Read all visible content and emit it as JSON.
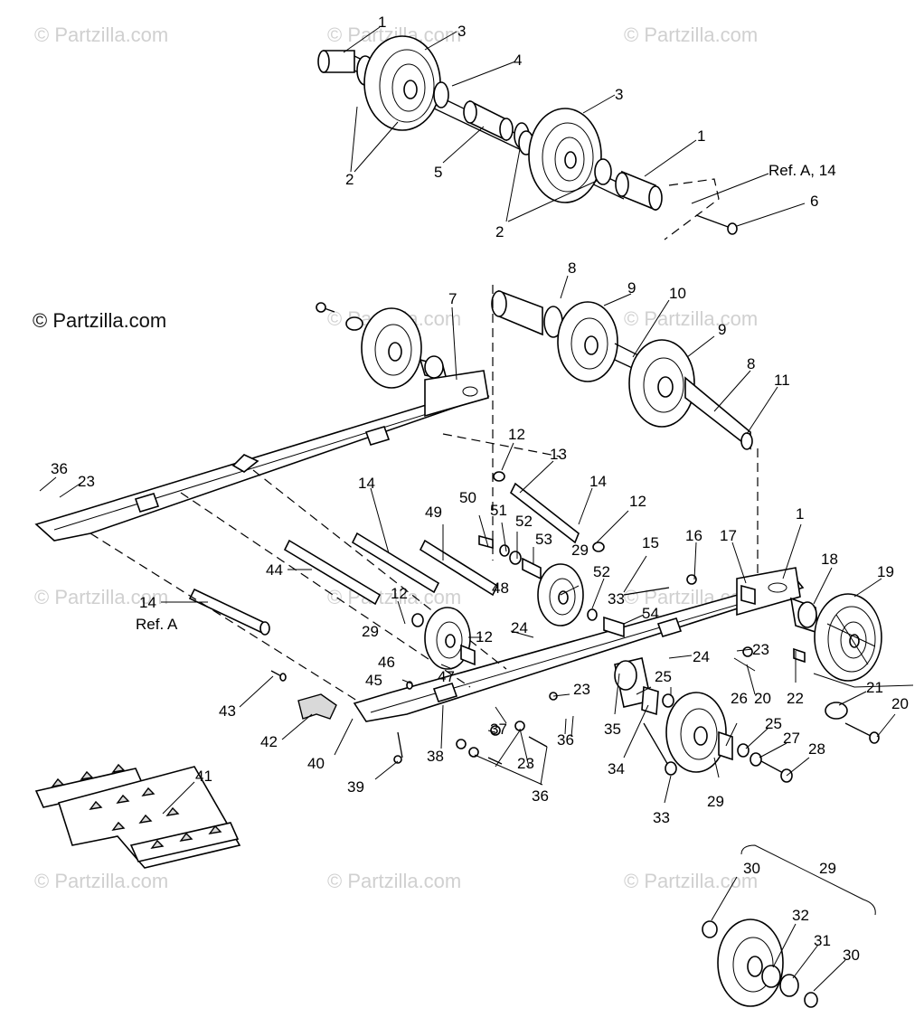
{
  "watermark": "© Partzilla.com",
  "copyright": "© Partzilla.com",
  "ref_labels": {
    "ref_a_14": "Ref. A, 14",
    "ref_a": "Ref. A"
  },
  "callouts": {
    "c1": "1",
    "c2": "2",
    "c3": "3",
    "c4": "4",
    "c5": "5",
    "c6": "6",
    "c7": "7",
    "c8": "8",
    "c9": "9",
    "c10": "10",
    "c11": "11",
    "c12": "12",
    "c13": "13",
    "c14": "14",
    "c15": "15",
    "c16": "16",
    "c17": "17",
    "c18": "18",
    "c19": "19",
    "c20": "20",
    "c21": "21",
    "c22": "22",
    "c23": "23",
    "c24": "24",
    "c25": "25",
    "c26": "26",
    "c27": "27",
    "c28": "28",
    "c29": "29",
    "c30": "30",
    "c31": "31",
    "c32": "32",
    "c33": "33",
    "c34": "34",
    "c35": "35",
    "c36": "36",
    "c37": "37",
    "c38": "38",
    "c39": "39",
    "c40": "40",
    "c41": "41",
    "c42": "42",
    "c43": "43",
    "c44": "44",
    "c45": "45",
    "c46": "46",
    "c47": "47",
    "c48": "48",
    "c49": "49",
    "c50": "50",
    "c51": "51",
    "c52": "52",
    "c53": "53",
    "c54": "54"
  }
}
